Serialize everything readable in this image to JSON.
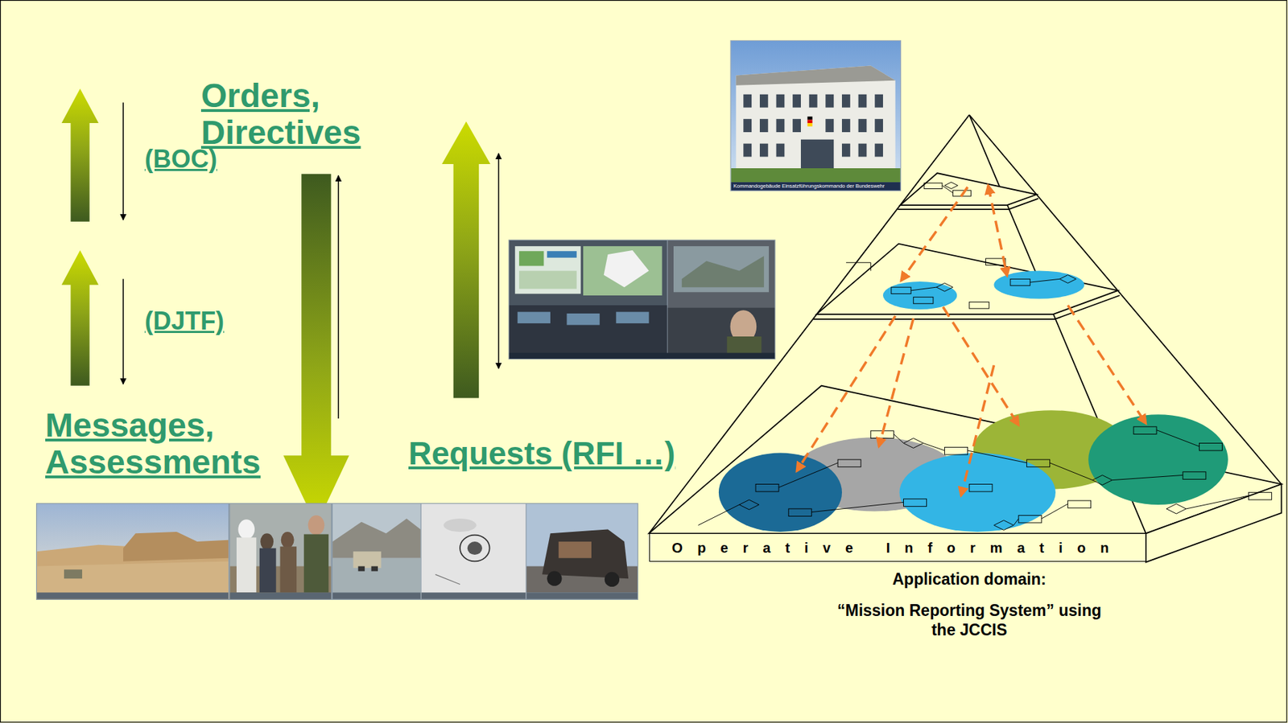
{
  "diagram": {
    "nodes": [
      {
        "text": [
          "Operative Information"
        ]
      }
    ],
    "labels": [
      "Orders, Directives",
      "(BOC)",
      "(DJTF)",
      "Messages, Assessments",
      "Requests (RFI …)",
      "Kommandogebäude Einsatzführungskommando der Bundeswehr",
      "Application domain:",
      "“Mission Reporting System” using the JCCIS"
    ]
  }
}
